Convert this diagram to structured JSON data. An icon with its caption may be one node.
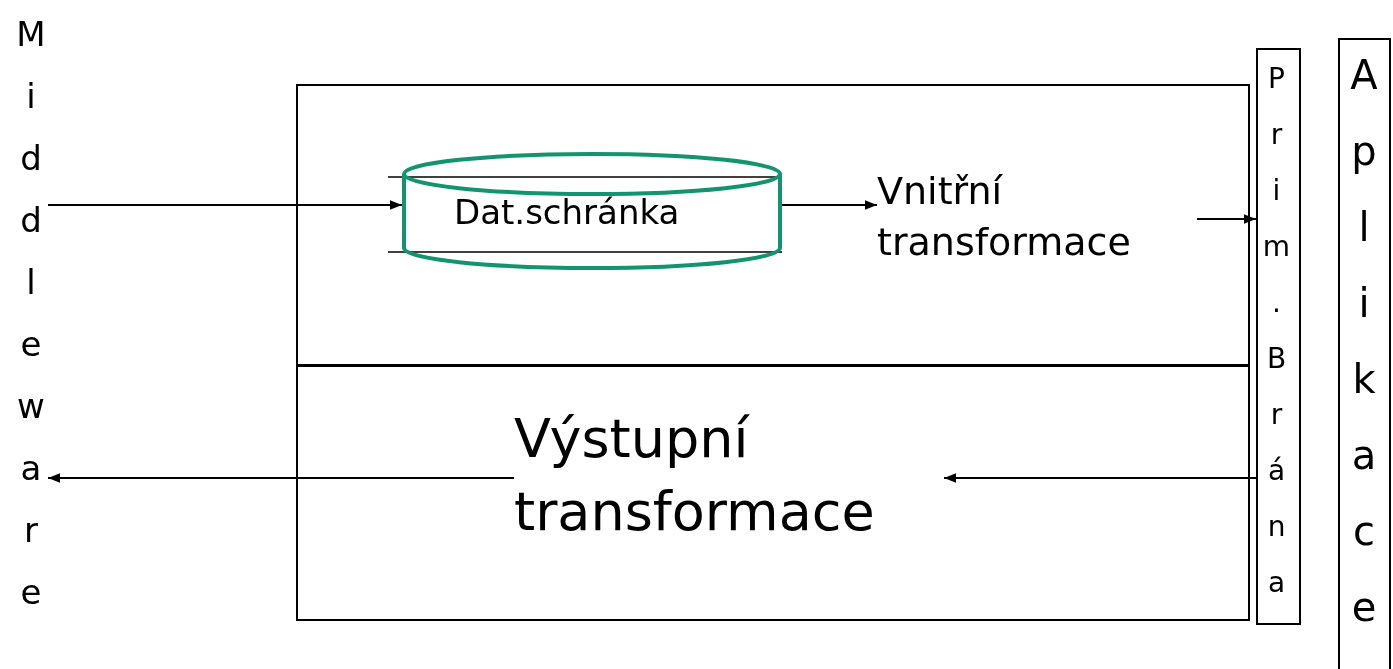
{
  "diagram": {
    "nodes": [
      {
        "text": [
          "Middleware"
        ]
      },
      {
        "text": [],
        "shape": "box"
      },
      {
        "text": [
          "Dat.schránka"
        ],
        "in": 1
      },
      {
        "text": [
          "Vnitřní transformace"
        ],
        "in": 1
      },
      {
        "text": [],
        "shape": "box"
      },
      {
        "text": [
          "Výstupní transformace"
        ],
        "in": 4
      },
      {
        "text": [
          "Prim.Brána"
        ]
      },
      {
        "text": [
          "Aplikace"
        ]
      }
    ],
    "edges": [
      {
        "from": 0,
        "to": 2,
        "arrow": "to"
      },
      {
        "from": 2,
        "to": 3,
        "arrow": "to"
      },
      {
        "from": 3,
        "to": 6,
        "arrow": "to"
      },
      {
        "from": 6,
        "to": 5,
        "arrow": "to"
      },
      {
        "from": 5,
        "to": 0,
        "arrow": "to"
      }
    ]
  }
}
